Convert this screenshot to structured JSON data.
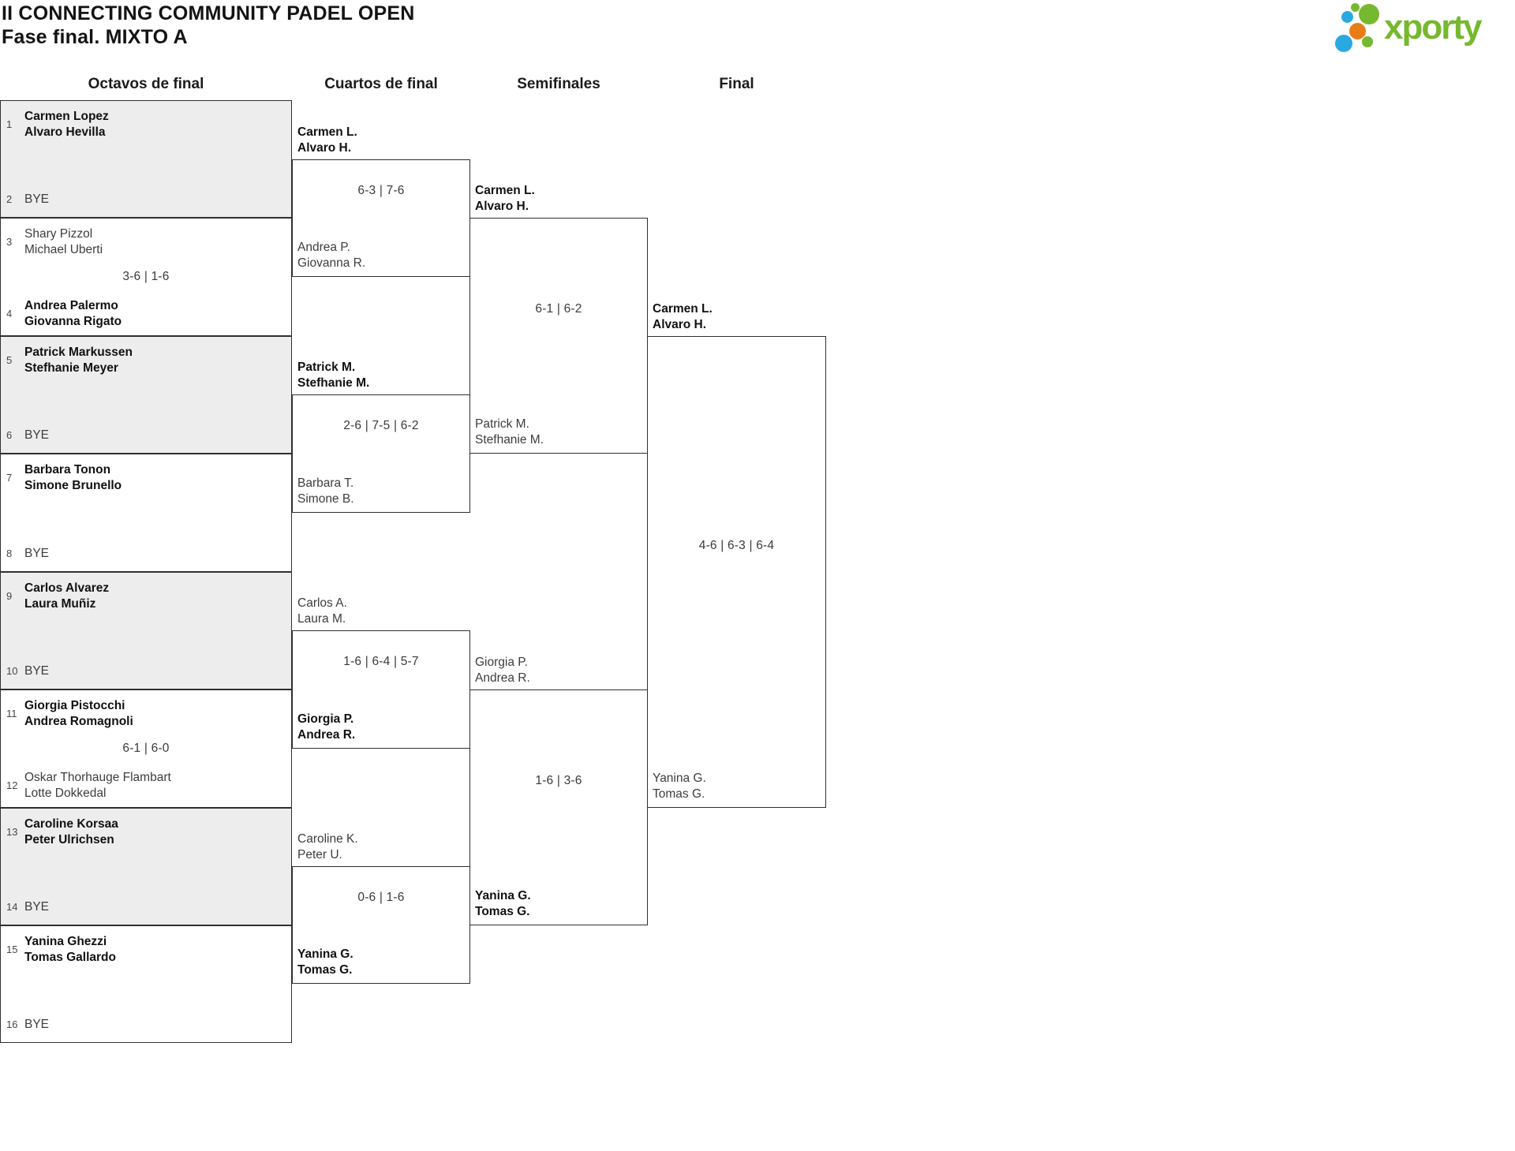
{
  "header": {
    "title": "II CONNECTING COMMUNITY PADEL OPEN",
    "subtitle": "Fase final. MIXTO A"
  },
  "logo": {
    "text": "xporty",
    "colors": {
      "green": "#76b82e",
      "blue": "#2aa9e0",
      "orange": "#e87d15"
    }
  },
  "rounds": {
    "octavos": "Octavos de final",
    "cuartos": "Cuartos de final",
    "semifinales": "Semifinales",
    "final": "Final"
  },
  "bracket": {
    "octavos": [
      {
        "seed_top": "1",
        "top": [
          "Carmen Lopez",
          "Alvaro Hevilla"
        ],
        "seed_bottom": "2",
        "bottom": [
          "BYE"
        ]
      },
      {
        "seed_top": "3",
        "top": [
          "Shary Pizzol",
          "Michael Uberti"
        ],
        "score": "3-6 | 1-6",
        "seed_bottom": "4",
        "bottom": [
          "Andrea Palermo",
          "Giovanna Rigato"
        ]
      },
      {
        "seed_top": "5",
        "top": [
          "Patrick Markussen",
          "Stefhanie Meyer"
        ],
        "seed_bottom": "6",
        "bottom": [
          "BYE"
        ]
      },
      {
        "seed_top": "7",
        "top": [
          "Barbara Tonon",
          "Simone Brunello"
        ],
        "seed_bottom": "8",
        "bottom": [
          "BYE"
        ]
      },
      {
        "seed_top": "9",
        "top": [
          "Carlos Alvarez",
          "Laura Muñiz"
        ],
        "seed_bottom": "10",
        "bottom": [
          "BYE"
        ]
      },
      {
        "seed_top": "11",
        "top": [
          "Giorgia Pistocchi",
          "Andrea Romagnoli"
        ],
        "score": "6-1 | 6-0",
        "seed_bottom": "12",
        "bottom": [
          "Oskar Thorhauge Flambart",
          "Lotte Dokkedal"
        ]
      },
      {
        "seed_top": "13",
        "top": [
          "Caroline Korsaa",
          "Peter Ulrichsen"
        ],
        "seed_bottom": "14",
        "bottom": [
          "BYE"
        ]
      },
      {
        "seed_top": "15",
        "top": [
          "Yanina Ghezzi",
          "Tomas Gallardo"
        ],
        "seed_bottom": "16",
        "bottom": [
          "BYE"
        ]
      }
    ],
    "cuartos": [
      {
        "top": [
          "Carmen L.",
          "Alvaro H."
        ],
        "score": "6-3 | 7-6",
        "bottom": [
          "Andrea P.",
          "Giovanna R."
        ]
      },
      {
        "top": [
          "Patrick M.",
          "Stefhanie M."
        ],
        "score": "2-6 | 7-5 | 6-2",
        "bottom": [
          "Barbara T.",
          "Simone B."
        ]
      },
      {
        "top": [
          "Carlos A.",
          "Laura M."
        ],
        "score": "1-6 | 6-4 | 5-7",
        "bottom": [
          "Giorgia P.",
          "Andrea R."
        ]
      },
      {
        "top": [
          "Caroline K.",
          "Peter U."
        ],
        "score": "0-6 | 1-6",
        "bottom": [
          "Yanina G.",
          "Tomas G."
        ]
      }
    ],
    "semifinales": [
      {
        "top": [
          "Carmen L.",
          "Alvaro H."
        ],
        "score": "6-1 | 6-2",
        "bottom": [
          "Patrick M.",
          "Stefhanie M."
        ]
      },
      {
        "top": [
          "Giorgia P.",
          "Andrea R."
        ],
        "score": "1-6 | 3-6",
        "bottom": [
          "Yanina G.",
          "Tomas G."
        ]
      }
    ],
    "final": {
      "top": [
        "Carmen L.",
        "Alvaro H."
      ],
      "score": "4-6 | 6-3 | 6-4",
      "bottom": [
        "Yanina G.",
        "Tomas G."
      ]
    }
  }
}
